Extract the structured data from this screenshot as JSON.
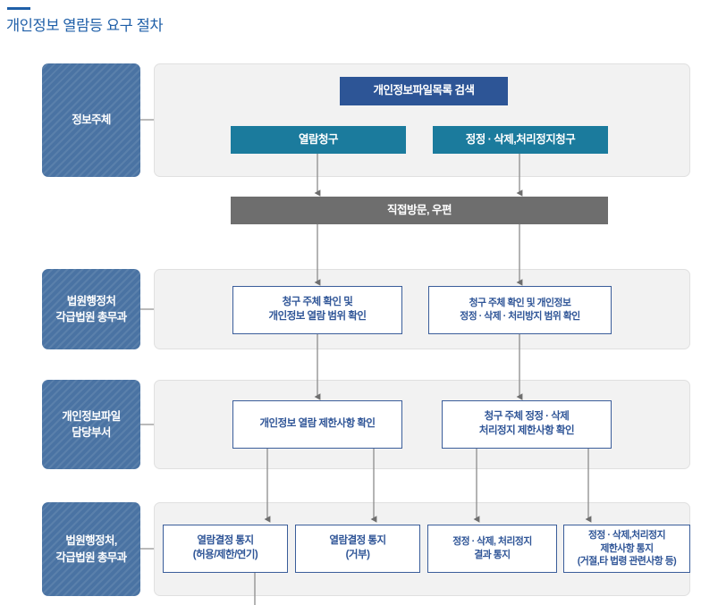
{
  "title": "개인정보 열람등 요구 절차",
  "colors": {
    "title": "#1f5fa8",
    "role_label": "#4a73a3",
    "navy_node": "#2d5596",
    "teal_node": "#1b7b9d",
    "gray_node": "#6e6e6e",
    "white_node_border": "#3a5d9a",
    "white_node_text": "#2f5597",
    "lane_panel": "#f2f2f2",
    "connector": "#6e6e6e"
  },
  "lanes": [
    {
      "id": "lane-1",
      "role": "정보주체"
    },
    {
      "id": "lane-2",
      "role": "법원행정처\n각급법원 총무과"
    },
    {
      "id": "lane-3",
      "role": "개인정보파일\n담당부서"
    },
    {
      "id": "lane-4",
      "role": "법원행정처,\n각급법원 총무과"
    }
  ],
  "roles": {
    "lane1_line1": "정보주체",
    "lane2_line1": "법원행정처",
    "lane2_line2": "각급법원 총무과",
    "lane3_line1": "개인정보파일",
    "lane3_line2": "담당부서",
    "lane4_line1": "법원행정처,",
    "lane4_line2": "각급법원 총무과"
  },
  "nodes": {
    "search": "개인정보파일목록 검색",
    "request_view": "열람청구",
    "request_correct": "정정 · 삭제,처리정지청구",
    "channel": "직접방문, 우편",
    "verify_view_l1": "청구 주체 확인 및",
    "verify_view_l2": "개인정보 열람 범위 확인",
    "verify_correct_l1": "청구 주체 확인 및 개인정보",
    "verify_correct_l2": "정정 · 삭제 · 처리방지 범위 확인",
    "limit_view": "개인정보 열람 제한사항 확인",
    "limit_correct_l1": "청구 주체  정정 · 삭제",
    "limit_correct_l2": "처리정지 제한사항 확인",
    "notify_view_allow_l1": "열람결정 통지",
    "notify_view_allow_l2": "(허용/제한/연기)",
    "notify_view_deny_l1": "열람결정 통지",
    "notify_view_deny_l2": "(거부)",
    "notify_correct_result_l1": "정정 · 삭제, 처리정지",
    "notify_correct_result_l2": "결과 통지",
    "notify_correct_limit_l1": "정정 · 삭제,처리정지",
    "notify_correct_limit_l2": "제한사항 통지",
    "notify_correct_limit_l3": "(거절,타 법령 관련사항 등)"
  }
}
